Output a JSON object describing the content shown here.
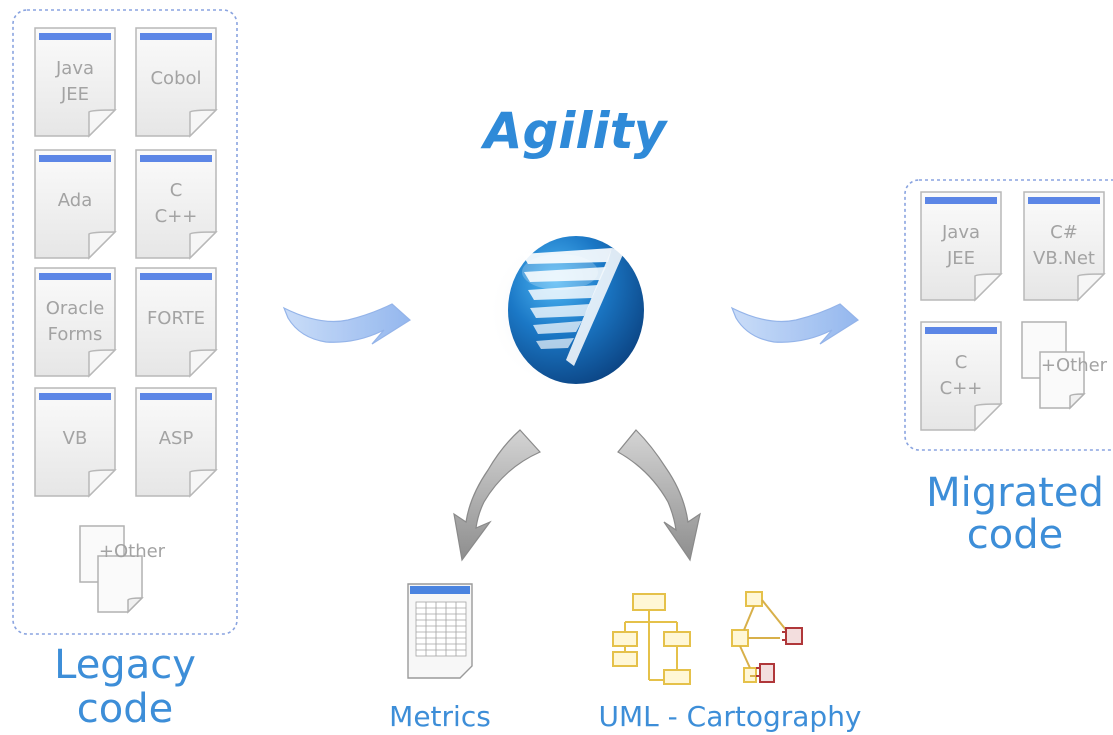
{
  "title": "Agility",
  "legacy": {
    "label_line1": "Legacy",
    "label_line2": "code",
    "files": [
      "Java\nJEE",
      "Cobol",
      "Ada",
      "C\nC++",
      "Oracle\nForms",
      "FORTE",
      "VB",
      "ASP"
    ],
    "other": "+Other"
  },
  "migrated": {
    "label_line1": "Migrated",
    "label_line2": "code",
    "files": [
      "Java\nJEE",
      "C#\nVB.Net",
      "C\nC++"
    ],
    "other": "+Other"
  },
  "outputs": {
    "metrics": "Metrics",
    "uml": "UML - Cartography"
  },
  "colors": {
    "accent_blue": "#3d8ed8",
    "title_blue": "#2f8ad8",
    "doc_header": "#5c86e6",
    "dashed_border": "#8aa4e0",
    "arrow_blue": "#9bbcf0",
    "arrow_gray": "#a7a7a7",
    "uml_yellow": "#e5c14a",
    "uml_red": "#b0373a"
  }
}
